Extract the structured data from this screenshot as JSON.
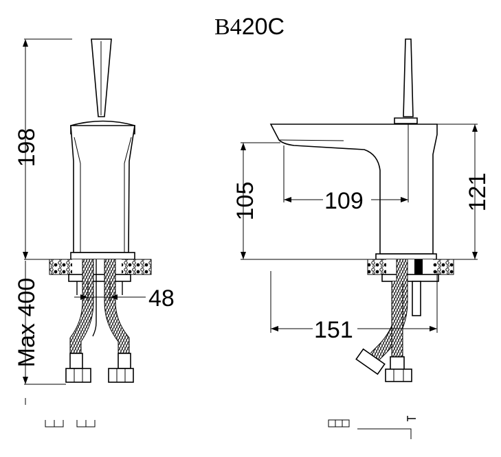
{
  "title": {
    "prefix": "B4",
    "suffix": "20C"
  },
  "dimensions": {
    "height_total": "198",
    "hose_length": "Max 400",
    "hose_spacing": "48",
    "spout_height": "105",
    "spout_reach": "109",
    "body_height": "121",
    "total_depth": "151"
  },
  "colors": {
    "line": "#000000",
    "background": "#ffffff"
  }
}
